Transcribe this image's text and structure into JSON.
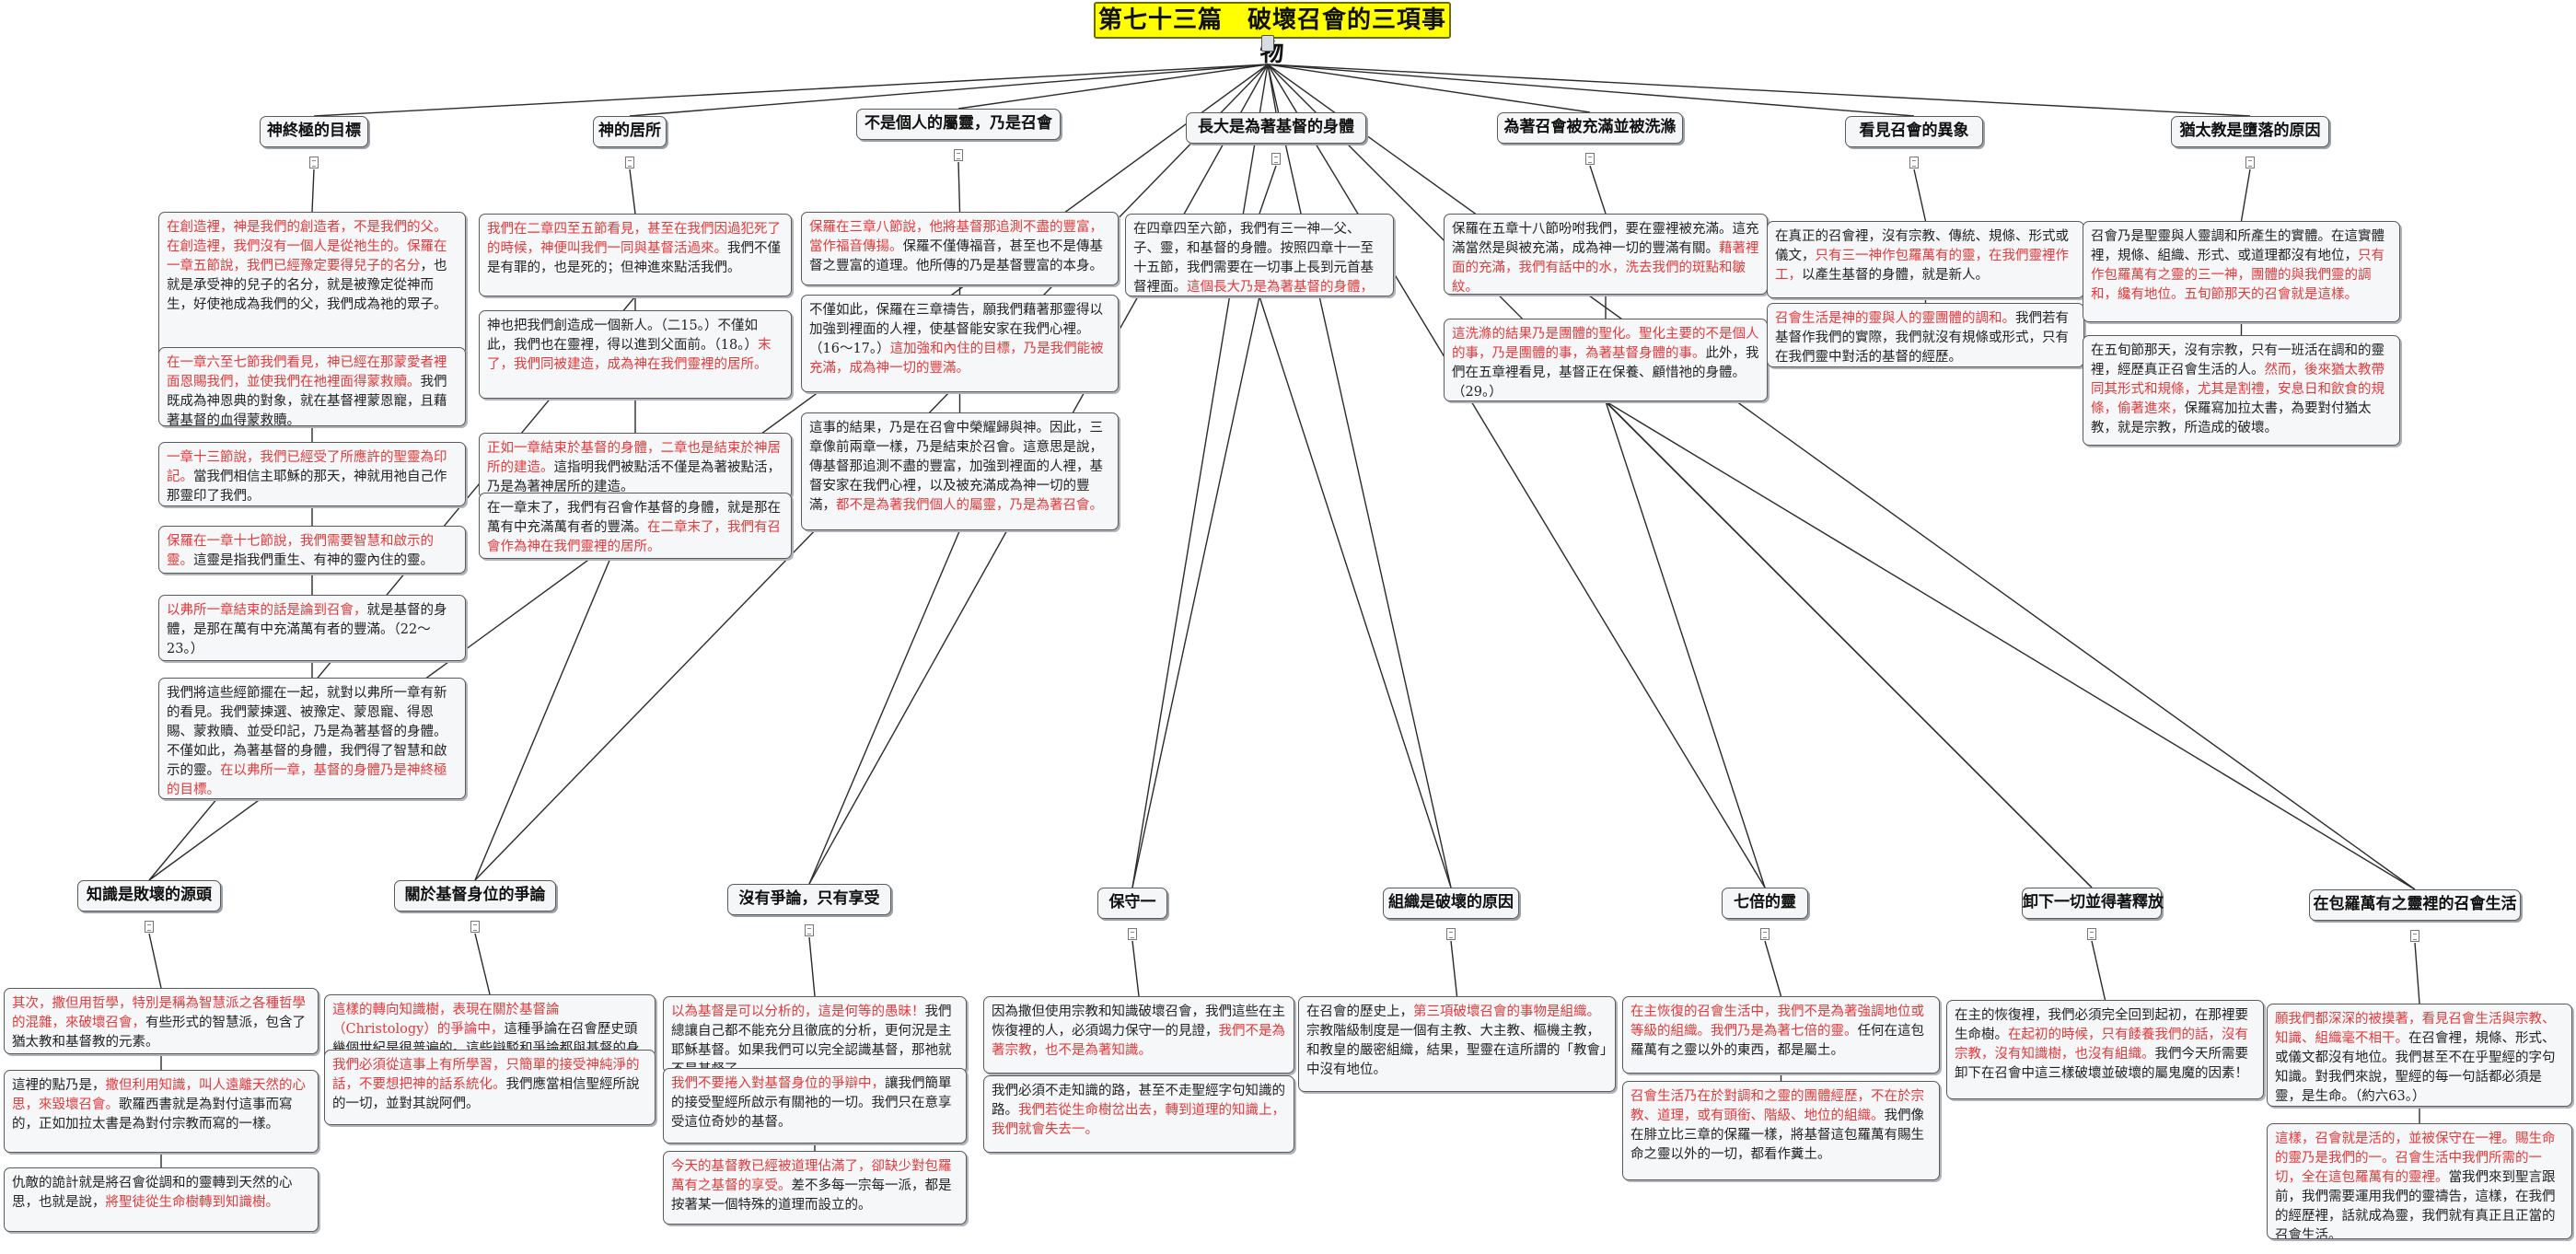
{
  "title": "第七十三篇　破壞召會的三項事物",
  "topics": [
    {
      "label": "神終極的目標"
    },
    {
      "label": "神的居所"
    },
    {
      "label": "不是個人的屬靈，乃是召會"
    },
    {
      "label": "長大是為著基督的身體"
    },
    {
      "label": "為著召會被充滿並被洗滌"
    },
    {
      "label": "看見召會的異象"
    },
    {
      "label": "猶太教是墮落的原因"
    },
    {
      "label": "知識是敗壞的源頭"
    },
    {
      "label": "關於基督身位的爭論"
    },
    {
      "label": "沒有爭論，只有享受"
    },
    {
      "label": "保守一"
    },
    {
      "label": "組織是破壞的原因"
    },
    {
      "label": "七倍的靈"
    },
    {
      "label": "卸下一切並得著釋放"
    },
    {
      "label": "在包羅萬有之靈裡的召會生活"
    }
  ],
  "notes": [
    {
      "segs": [
        {
          "r": true,
          "t": "在創造裡，神是我們的創造者，不是我們的父。在創造裡，我們沒有一個人是從祂生的。保羅在一章五節說，我們已經豫定要得兒子的名分"
        },
        {
          "r": false,
          "t": "，也就是承受神的兒子的名分，就是被豫定從神而生，好使祂成為我們的父，我們成為祂的眾子。"
        }
      ]
    },
    {
      "segs": [
        {
          "r": true,
          "t": "在一章六至七節我們看見，神已經在那蒙愛者裡面恩賜我們，並使我們在祂裡面得蒙救贖。"
        },
        {
          "r": false,
          "t": "我們既成為神恩典的對象，就在基督裡蒙恩寵，且藉著基督的血得蒙救贖。"
        }
      ]
    },
    {
      "segs": [
        {
          "r": true,
          "t": "一章十三節說，我們已經受了所應許的聖靈為印記。"
        },
        {
          "r": false,
          "t": "當我們相信主耶穌的那天，神就用祂自己作那靈印了我們。"
        }
      ]
    },
    {
      "segs": [
        {
          "r": true,
          "t": "保羅在一章十七節說，我們需要智慧和啟示的靈。"
        },
        {
          "r": false,
          "t": "這靈是指我們重生、有神的靈內住的靈。"
        }
      ]
    },
    {
      "segs": [
        {
          "r": true,
          "t": "以弗所一章結束的話是論到召會，"
        },
        {
          "r": false,
          "t": "就是基督的身體，是那在萬有中充滿萬有者的豐滿。（22～23。）"
        }
      ]
    },
    {
      "segs": [
        {
          "r": false,
          "t": "我們將這些經節擺在一起，就對以弗所一章有新的看見。我們蒙揀選、被豫定、蒙恩寵、得恩賜、蒙救贖、並受印記，乃是為著基督的身體。不僅如此，為著基督的身體，我們得了智慧和啟示的靈。"
        },
        {
          "r": true,
          "t": "在以弗所一章，基督的身體乃是神終極的目標。"
        }
      ]
    },
    {
      "segs": [
        {
          "r": true,
          "t": "我們在二章四至五節看見，甚至在我們因過犯死了的時候，神便叫我們一同與基督活過來。"
        },
        {
          "r": false,
          "t": "我們不僅是有罪的，也是死的；但神進來點活我們。"
        }
      ]
    },
    {
      "segs": [
        {
          "r": false,
          "t": "神也把我們創造成一個新人。（二15。）不僅如此，我們也在靈裡，得以進到父面前。（18。）"
        },
        {
          "r": true,
          "t": "末了，我們同被建造，成為神在我們靈裡的居所。"
        }
      ]
    },
    {
      "segs": [
        {
          "r": true,
          "t": "正如一章結束於基督的身體，二章也是結束於神居所的建造。"
        },
        {
          "r": false,
          "t": "這指明我們被點活不僅是為著被點活，乃是為著神居所的建造。"
        }
      ]
    },
    {
      "segs": [
        {
          "r": false,
          "t": "在一章末了，我們有召會作基督的身體，就是那在萬有中充滿萬有者的豐滿。"
        },
        {
          "r": true,
          "t": "在二章末了，我們有召會作為神在我們靈裡的居所。"
        }
      ]
    },
    {
      "segs": [
        {
          "r": true,
          "t": "保羅在三章八節說，他將基督那追測不盡的豐富，當作福音傳揚。"
        },
        {
          "r": false,
          "t": "保羅不僅傳福音，甚至也不是傳基督之豐富的道理。他所傳的乃是基督豐富的本身。"
        }
      ]
    },
    {
      "segs": [
        {
          "r": false,
          "t": "不僅如此，保羅在三章禱告，願我們藉著那靈得以加強到裡面的人裡，使基督能安家在我們心裡。（16～17。）"
        },
        {
          "r": true,
          "t": "這加強和內住的目標，乃是我們能被充滿，成為神一切的豐滿。"
        }
      ]
    },
    {
      "segs": [
        {
          "r": false,
          "t": "這事的結果，乃是在召會中榮耀歸與神。因此，三章像前兩章一樣，乃是結束於召會。這意思是說，傳基督那追測不盡的豐富，加強到裡面的人裡，基督安家在我們心裡，以及被充滿成為神一切的豐滿，"
        },
        {
          "r": true,
          "t": "都不是為著我們個人的屬靈，乃是為著召會。"
        }
      ]
    },
    {
      "segs": [
        {
          "r": false,
          "t": "在四章四至六節，我們有三一神—父、子、靈，和基督的身體。按照四章十一至十五節，我們需要在一切事上長到元首基督裡面。"
        },
        {
          "r": true,
          "t": "這個長大乃是為著基督的身體，就是為著召會。"
        }
      ]
    },
    {
      "segs": [
        {
          "r": false,
          "t": "保羅在五章十八節吩咐我們，要在靈裡被充滿。這充滿當然是與被充滿，成為神一切的豐滿有關。"
        },
        {
          "r": true,
          "t": "藉著裡面的充滿，我們有話中的水，洗去我們的斑點和皺紋。"
        }
      ]
    },
    {
      "segs": [
        {
          "r": true,
          "t": "這洗滌的結果乃是團體的聖化。聖化主要的不是個人的事，乃是團體的事，為著基督身體的事。"
        },
        {
          "r": false,
          "t": "此外，我們在五章裡看見，基督正在保養、顧惜祂的身體。（29。）"
        }
      ]
    },
    {
      "segs": [
        {
          "r": false,
          "t": "在真正的召會裡，沒有宗教、傳統、規條、形式或儀文，"
        },
        {
          "r": true,
          "t": "只有三一神作包羅萬有的靈，在我們靈裡作工，"
        },
        {
          "r": false,
          "t": "以產生基督的身體，就是新人。"
        }
      ]
    },
    {
      "segs": [
        {
          "r": true,
          "t": "召會生活是神的靈與人的靈團體的調和。"
        },
        {
          "r": false,
          "t": "我們若有基督作我們的實際，我們就沒有規條或形式，只有在我們靈中對活的基督的經歷。"
        }
      ]
    },
    {
      "segs": [
        {
          "r": false,
          "t": "召會乃是聖靈與人靈調和所產生的實體。在這實體裡，規條、組織、形式、或道理都沒有地位，"
        },
        {
          "r": true,
          "t": "只有作包羅萬有之靈的三一神，團體的與我們靈的調和，纔有地位。五旬節那天的召會就是這樣。"
        }
      ]
    },
    {
      "segs": [
        {
          "r": false,
          "t": "在五旬節那天，沒有宗教，只有一班活在調和的靈裡，經歷真正召會生活的人。"
        },
        {
          "r": true,
          "t": "然而，後來猶太教帶同其形式和規條，尤其是割禮，安息日和飲食的規條，偷著進來，"
        },
        {
          "r": false,
          "t": "保羅寫加拉太書，為要對付猶太教，就是宗教，所造成的破壞。"
        }
      ]
    },
    {
      "segs": [
        {
          "r": true,
          "t": "其次，撒但用哲學，特別是稱為智慧派之各種哲學的混雜，來破壞召會，"
        },
        {
          "r": false,
          "t": "有些形式的智慧派，包含了猶太教和基督教的元素。"
        }
      ]
    },
    {
      "segs": [
        {
          "r": false,
          "t": "這裡的點乃是，"
        },
        {
          "r": true,
          "t": "撒但利用知識，叫人遠離天然的心思，來毀壞召會。"
        },
        {
          "r": false,
          "t": "歌羅西書就是為對付這事而寫的，正如加拉太書是為對付宗教而寫的一樣。"
        }
      ]
    },
    {
      "segs": [
        {
          "r": false,
          "t": "仇敵的詭計就是將召會從調和的靈轉到天然的心思，也就是說，"
        },
        {
          "r": true,
          "t": "將聖徒從生命樹轉到知識樹。"
        }
      ]
    },
    {
      "segs": [
        {
          "r": true,
          "t": "這樣的轉向知識樹，表現在關於基督論（Christology）的爭論中，"
        },
        {
          "r": false,
          "t": "這種爭論在召會歷史頭幾個世紀是很普遍的。這些辯駁和爭論都與基督的身位有關。"
        }
      ]
    },
    {
      "segs": [
        {
          "r": true,
          "t": "我們必須從這事上有所學習，只簡單的接受神純淨的話，不要想把神的話系統化。"
        },
        {
          "r": false,
          "t": "我們應當相信聖經所說的一切，並對其說阿們。"
        }
      ]
    },
    {
      "segs": [
        {
          "r": true,
          "t": "以為基督是可以分析的，這是何等的愚昧！"
        },
        {
          "r": false,
          "t": "我們總讓自己都不能充分且徹底的分析，更何況是主耶穌基督。如果我們可以完全認識基督，那祂就不是基督了。"
        }
      ]
    },
    {
      "segs": [
        {
          "r": true,
          "t": "我們不要捲入對基督身位的爭辯中，"
        },
        {
          "r": false,
          "t": "讓我們簡單的接受聖經所啟示有關祂的一切。我們只在意享受這位奇妙的基督。"
        }
      ]
    },
    {
      "segs": [
        {
          "r": true,
          "t": "今天的基督教已經被道理佔滿了，卻缺少對包羅萬有之基督的享受。"
        },
        {
          "r": false,
          "t": "差不多每一宗每一派，都是按著某一個特殊的道理而設立的。"
        }
      ]
    },
    {
      "segs": [
        {
          "r": false,
          "t": "因為撒但使用宗教和知識破壞召會，我們這些在主恢復裡的人，必須竭力保守一的見證，"
        },
        {
          "r": true,
          "t": "我們不是為著宗教，也不是為著知識。"
        }
      ]
    },
    {
      "segs": [
        {
          "r": false,
          "t": "我們必須不走知識的路，甚至不走聖經字句知識的路。"
        },
        {
          "r": true,
          "t": "我們若從生命樹岔出去，轉到道理的知識上，我們就會失去一。"
        }
      ]
    },
    {
      "segs": [
        {
          "r": false,
          "t": "在召會的歷史上，"
        },
        {
          "r": true,
          "t": "第三項破壞召會的事物是組織。"
        },
        {
          "r": false,
          "t": "宗教階級制度是一個有主教、大主教、樞機主教，和教皇的嚴密組織，結果，聖靈在這所謂的「教會」中沒有地位。"
        }
      ]
    },
    {
      "segs": [
        {
          "r": true,
          "t": "在主恢復的召會生活中，我們不是為著強調地位或等級的組織。我們乃是為著七倍的靈。"
        },
        {
          "r": false,
          "t": "任何在這包羅萬有之靈以外的東西，都是屬土。"
        }
      ]
    },
    {
      "segs": [
        {
          "r": true,
          "t": "召會生活乃在於對調和之靈的團體經歷，不在於宗教、道理，或有頭銜、階級、地位的組織。"
        },
        {
          "r": false,
          "t": "我們像在腓立比三章的保羅一樣，將基督這包羅萬有賜生命之靈以外的一切，都看作糞土。"
        }
      ]
    },
    {
      "segs": [
        {
          "r": false,
          "t": "在主的恢復裡，我們必須完全回到起初，在那裡要生命樹。"
        },
        {
          "r": true,
          "t": "在起初的時候，只有餧養我們的話，沒有宗教，沒有知識樹，也沒有組織。"
        },
        {
          "r": false,
          "t": "我們今天所需要卸下在召會中這三樣破壞並破壞的屬鬼魔的因素！"
        }
      ]
    },
    {
      "segs": [
        {
          "r": true,
          "t": "願我們都深深的被摸著，看見召會生活與宗教、知識、組織毫不相干。"
        },
        {
          "r": false,
          "t": "在召會裡，規條、形式、或儀文都沒有地位。我們甚至不在乎聖經的字句知識。對我們來說，聖經的每一句話都必須是靈，是生命。（約六63。）"
        }
      ]
    },
    {
      "segs": [
        {
          "r": true,
          "t": "這樣，召會就是活的，並被保守在一裡。賜生命的靈乃是我們的一。召會生活中我們所需的一切，全在這包羅萬有的靈裡。"
        },
        {
          "r": false,
          "t": "當我們來到聖言跟前，我們需要運用我們的靈禱告，這樣，在我們的經歷裡，話就成為靈，我們就有真正且正當的召會生活。"
        }
      ]
    }
  ]
}
